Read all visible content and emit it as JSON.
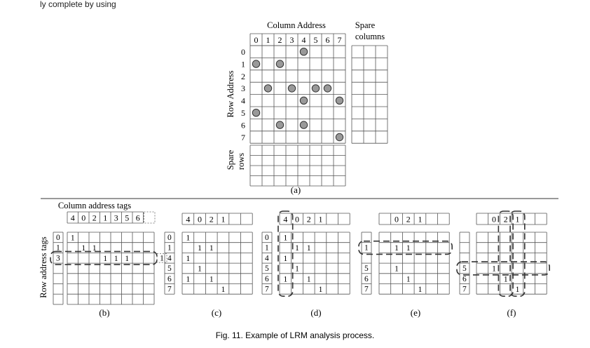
{
  "top_text": "ly complete by using",
  "caption": "Fig. 11.   Example of LRM analysis process.",
  "panel_a": {
    "column_address_title": "Column Address",
    "row_address_title": "Row Address",
    "spare_columns_title": [
      "Spare",
      "columns"
    ],
    "spare_rows_title": [
      "Spare",
      "rows"
    ],
    "col_headers": [
      "0",
      "1",
      "2",
      "3",
      "4",
      "5",
      "6",
      "7"
    ],
    "row_headers": [
      "0",
      "1",
      "2",
      "3",
      "4",
      "5",
      "6",
      "7"
    ],
    "faults": [
      [
        0,
        4
      ],
      [
        1,
        0
      ],
      [
        1,
        2
      ],
      [
        3,
        1
      ],
      [
        3,
        3
      ],
      [
        3,
        5
      ],
      [
        3,
        6
      ],
      [
        4,
        4
      ],
      [
        4,
        7
      ],
      [
        5,
        0
      ],
      [
        6,
        2
      ],
      [
        6,
        4
      ],
      [
        7,
        7
      ]
    ],
    "spare_column_count": 3,
    "spare_row_count": 4,
    "label": "(a)"
  },
  "column_address_tags_title": "Column address tags",
  "row_address_tags_title": "Row address tags",
  "panels": [
    {
      "label": "(b)",
      "col_tags": [
        "4",
        "0",
        "2",
        "1",
        "3",
        "5",
        "6"
      ],
      "dashed_extra_col_tag": true,
      "row_tags": [
        "0",
        "1",
        "3",
        "",
        "",
        "",
        ""
      ],
      "dashed_extra_row_tag": true,
      "matrix": [
        [
          "1",
          "",
          "",
          "",
          "",
          "",
          "",
          ""
        ],
        [
          "",
          "1",
          "1",
          "",
          "",
          "",
          "",
          ""
        ],
        [
          "",
          "",
          "",
          "1",
          "1",
          "1",
          "",
          ""
        ],
        [
          "",
          "",
          "",
          "",
          "",
          "",
          "",
          ""
        ],
        [
          "",
          "",
          "",
          "",
          "",
          "",
          "",
          ""
        ],
        [
          "",
          "",
          "",
          "",
          "",
          "",
          "",
          ""
        ],
        [
          "",
          "",
          "",
          "",
          "",
          "",
          "",
          ""
        ]
      ],
      "dashed_row_loops": [
        2
      ],
      "dashed_col_loops": []
    },
    {
      "label": "(c)",
      "col_tags": [
        "4",
        "0",
        "2",
        "1",
        "",
        ""
      ],
      "dashed_extra_col_tag": false,
      "row_tags": [
        "0",
        "1",
        "4",
        "5",
        "6",
        "7"
      ],
      "dashed_extra_row_tag": false,
      "matrix": [
        [
          "1",
          "",
          "",
          "",
          "",
          ""
        ],
        [
          "",
          "1",
          "1",
          "",
          "",
          ""
        ],
        [
          "1",
          "",
          "",
          "",
          "",
          ""
        ],
        [
          "",
          "1",
          "",
          "",
          "",
          ""
        ],
        [
          "1",
          "",
          "1",
          "",
          "",
          ""
        ],
        [
          "",
          "",
          "",
          "1",
          "",
          ""
        ]
      ],
      "dashed_row_loops": [],
      "dashed_col_loops": []
    },
    {
      "label": "(d)",
      "col_tags": [
        "4",
        "0",
        "2",
        "1",
        "",
        ""
      ],
      "dashed_extra_col_tag": false,
      "row_tags": [
        "0",
        "1",
        "4",
        "5",
        "6",
        "7"
      ],
      "dashed_extra_row_tag": false,
      "matrix": [
        [
          "1",
          "",
          "",
          "",
          "",
          ""
        ],
        [
          "",
          "1",
          "1",
          "",
          "",
          ""
        ],
        [
          "1",
          "",
          "",
          "",
          "",
          ""
        ],
        [
          "",
          "1",
          "",
          "",
          "",
          ""
        ],
        [
          "1",
          "",
          "1",
          "",
          "",
          ""
        ],
        [
          "",
          "",
          "",
          "1",
          "",
          ""
        ]
      ],
      "dashed_row_loops": [],
      "dashed_col_loops": [
        0
      ]
    },
    {
      "label": "(e)",
      "col_tags": [
        "",
        "0",
        "2",
        "1",
        "",
        ""
      ],
      "dashed_extra_col_tag": false,
      "row_tags": [
        "",
        "1",
        "",
        "5",
        "6",
        "7"
      ],
      "dashed_extra_row_tag": false,
      "matrix": [
        [
          "",
          "",
          "",
          "",
          "",
          ""
        ],
        [
          "",
          "1",
          "1",
          "",
          "",
          ""
        ],
        [
          "",
          "",
          "",
          "",
          "",
          ""
        ],
        [
          "",
          "1",
          "",
          "",
          "",
          ""
        ],
        [
          "",
          "",
          "1",
          "",
          "",
          ""
        ],
        [
          "",
          "",
          "",
          "1",
          "",
          ""
        ]
      ],
      "dashed_row_loops": [
        1
      ],
      "dashed_col_loops": []
    },
    {
      "label": "(f)",
      "col_tags": [
        "",
        "0",
        "2",
        "1",
        "",
        ""
      ],
      "dashed_extra_col_tag": false,
      "row_tags": [
        "",
        "",
        "",
        "5",
        "6",
        "7"
      ],
      "dashed_extra_row_tag": false,
      "matrix": [
        [
          "",
          "",
          "",
          "",
          "",
          ""
        ],
        [
          "",
          "",
          "",
          "",
          "",
          ""
        ],
        [
          "",
          "",
          "",
          "",
          "",
          ""
        ],
        [
          "",
          "1",
          "",
          "",
          "",
          ""
        ],
        [
          "",
          "",
          "1",
          "",
          "",
          ""
        ],
        [
          "",
          "",
          "",
          "1",
          "",
          ""
        ]
      ],
      "dashed_row_loops": [
        3
      ],
      "dashed_col_loops": [
        2,
        3
      ]
    }
  ]
}
